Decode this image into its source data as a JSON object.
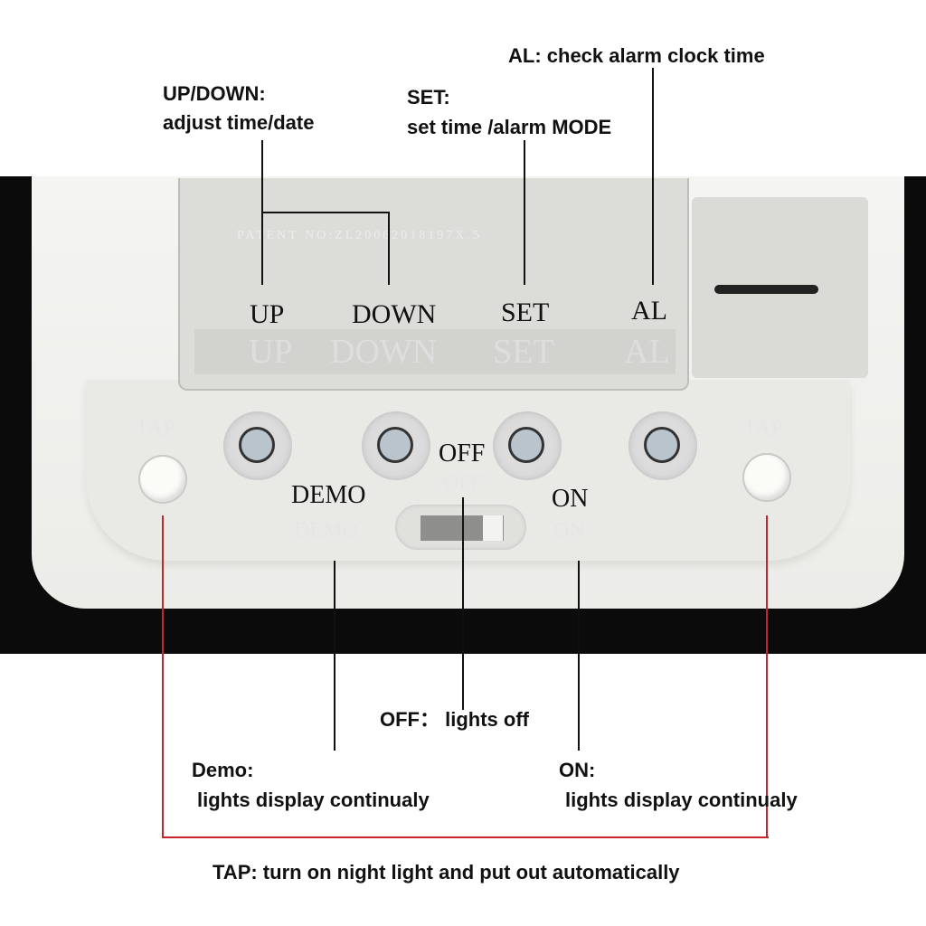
{
  "annotations": {
    "al": "AL: check alarm clock time",
    "updown_title": "UP/DOWN:",
    "updown_desc": "adjust time/date",
    "set_title": "SET:",
    "set_desc": "set time /alarm MODE",
    "off": "OFF： lights off",
    "demo_title": "Demo:",
    "demo_desc": "lights display continualy",
    "on_title": "ON:",
    "on_desc": "lights display continualy",
    "tap": "TAP: turn on night light and put out automatically"
  },
  "device": {
    "buttons": [
      "UP",
      "DOWN",
      "SET",
      "AL"
    ],
    "switch_positions": [
      "DEMO",
      "OFF",
      "ON"
    ],
    "tap_label": "TAP",
    "patent": "PATENT NO:ZL20062018197X.5"
  },
  "colors": {
    "callout_red": "#c8242c",
    "background_band": "#0a0a0a"
  }
}
